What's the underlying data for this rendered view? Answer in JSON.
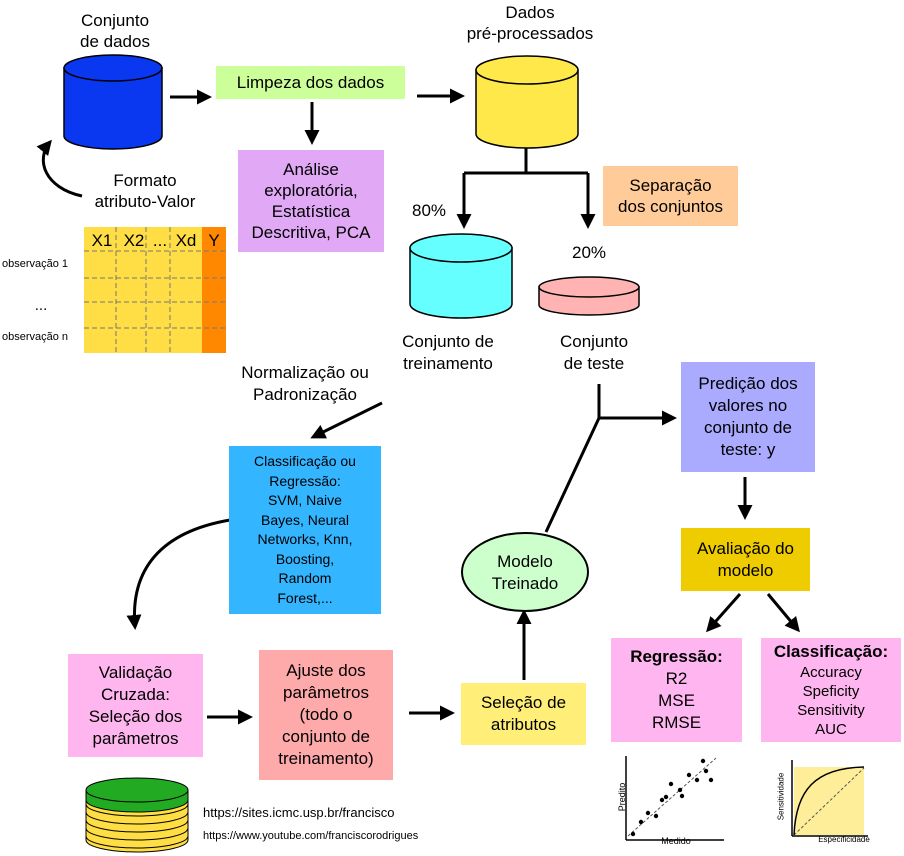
{
  "cylinders": {
    "dataset_label": "Conjunto\nde dados",
    "preprocessed_label": "Dados\npré-processados",
    "training_label": "Conjunto de\ntreinamento",
    "test_label": "Conjunto\nde teste",
    "pct_training": "80%",
    "pct_test": "20%"
  },
  "boxes": {
    "cleaning": "Limpeza dos dados",
    "exploratory": "Análise\nexploratória,\nEstatística\nDescritiva, PCA",
    "split": "Separação\ndos conjuntos",
    "models": "Classificação ou\nRegressão:\nSVM, Naive\nBayes, Neural\nNetworks, Knn,\nBoosting,\nRandom\nForest,...",
    "cross_validation": "Validação\nCruzada:\nSeleção dos\nparâmetros",
    "tuning": "Ajuste dos\nparâmetros\n(todo o\nconjunto de\ntreinamento)",
    "feature_selection": "Seleção de\natributos",
    "trained_model": "Modelo\nTreinado",
    "prediction": "Predição dos\nvalores no\nconjunto de\nteste: y",
    "evaluation": "Avaliação do\nmodelo",
    "regression_title": "Regressão:",
    "regression_metrics": "R2\nMSE\nRMSE",
    "classification_title": "Classificação:",
    "classification_metrics": "Accuracy\nSpeficity\nSensitivity\nAUC"
  },
  "labels": {
    "format": "Formato\natributo-Valor",
    "normalization": "Normalização ou\nPadronização"
  },
  "table": {
    "headers": [
      "X1",
      "X2",
      "...",
      "Xd",
      "Y"
    ],
    "row_labels": [
      "observação 1",
      "...",
      "observação n"
    ]
  },
  "plots": {
    "regression_ylabel": "Predito",
    "regression_xlabel": "Medido",
    "roc_ylabel": "Sensitividade",
    "roc_xlabel": "Especificidade"
  },
  "links": {
    "site": "https://sites.icmc.usp.br/francisco",
    "youtube": "https://www.youtube.com/franciscorodrigues"
  },
  "colors": {
    "dataset_blue": "#0a37f0",
    "preprocessed_yellow": "#ffe84a",
    "training_cyan": "#66ffff",
    "test_pink": "#ffb3b3",
    "cleaning_green": "#ccff99",
    "exploratory_purple": "#e1a9f5",
    "split_peach": "#ffcc99",
    "models_blue": "#33b5ff",
    "cross_val_pink": "#ffb6ef",
    "tuning_salmon": "#ffaaaa",
    "feature_yellow": "#ffee77",
    "trained_green": "#ccffcc",
    "prediction_lavender": "#aaaaff",
    "evaluation_gold": "#eecc00",
    "metrics_pink": "#ffb6f0",
    "table_yellow": "#ffdd44",
    "table_orange": "#ff8800"
  }
}
